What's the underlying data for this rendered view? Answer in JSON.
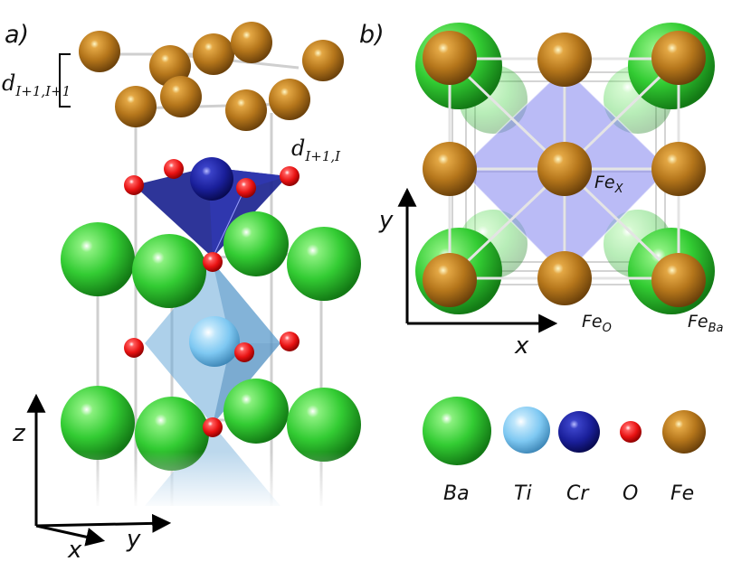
{
  "panels": {
    "a": {
      "label": "a)"
    },
    "b": {
      "label": "b)"
    }
  },
  "distances": {
    "interlayer_fe_fe": {
      "base": "d",
      "sub": "I+1,I+1"
    },
    "interface": {
      "base": "d",
      "sub": "I+1,I"
    }
  },
  "axes_a": {
    "z": "z",
    "x": "x",
    "y": "y"
  },
  "axes_b": {
    "y": "y",
    "x": "x"
  },
  "site_labels": {
    "fe_x": {
      "base": "Fe",
      "sub": "X"
    },
    "fe_o": {
      "base": "Fe",
      "sub": "O"
    },
    "fe_ba": {
      "base": "Fe",
      "sub": "Ba"
    }
  },
  "legend": {
    "items": [
      {
        "label": "Ba",
        "color": "#33cc33"
      },
      {
        "label": "Ti",
        "color": "#7ec8f2"
      },
      {
        "label": "Cr",
        "color": "#1a1f9a"
      },
      {
        "label": "O",
        "color": "#e81212"
      },
      {
        "label": "Fe",
        "color": "#b5761b"
      }
    ]
  },
  "colors": {
    "ba": "#33cc33",
    "ti": "#7ec8f2",
    "cr": "#1a1f9a",
    "o": "#e81212",
    "fe": "#b5761b",
    "ti_octahedron": "#6aa9d8",
    "cr_polyhedron": "#1c2490",
    "fe_square": "#8c8ef0"
  }
}
